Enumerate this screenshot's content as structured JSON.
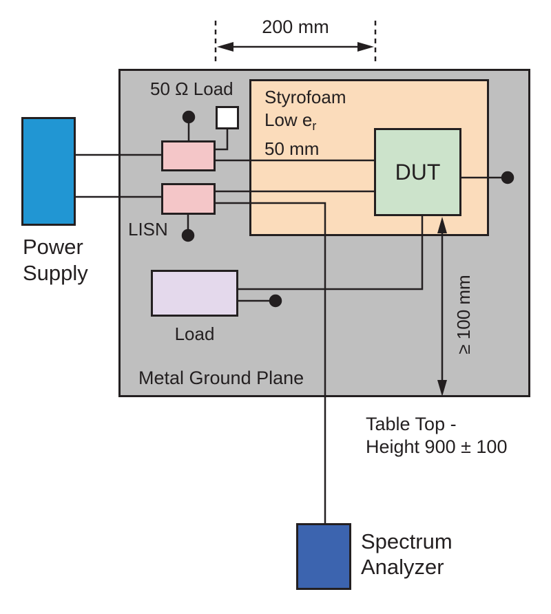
{
  "diagram": {
    "dimensions": {
      "top_width": {
        "label": "200 mm"
      },
      "dut_ground_clearance": {
        "label": "≥ 100 mm"
      },
      "table_height": {
        "line1": "Table Top -",
        "line2": "Height 900 ± 100"
      }
    },
    "blocks": {
      "power_supply": {
        "label_line1": "Power",
        "label_line2": "Supply",
        "color": "#2196d3"
      },
      "ground_plane": {
        "label": "Metal Ground Plane",
        "color": "#bfbfbf"
      },
      "fifty_ohm_load": {
        "label": "50 Ω Load",
        "color": "#ffffff"
      },
      "lisn": {
        "label": "LISN",
        "color": "#f4c6c8"
      },
      "styrofoam": {
        "label_line1": "Styrofoam",
        "label_line2_base": "Low e",
        "label_line2_sub": "r",
        "label_line3": "50 mm",
        "color": "#fbdcbb"
      },
      "dut": {
        "label": "DUT",
        "color": "#cce3cb"
      },
      "load": {
        "label": "Load",
        "color": "#e4d9ec"
      },
      "spectrum_analyzer": {
        "label_line1": "Spectrum",
        "label_line2": "Analyzer",
        "color": "#3c64af"
      }
    },
    "line_color": "#231f20"
  }
}
